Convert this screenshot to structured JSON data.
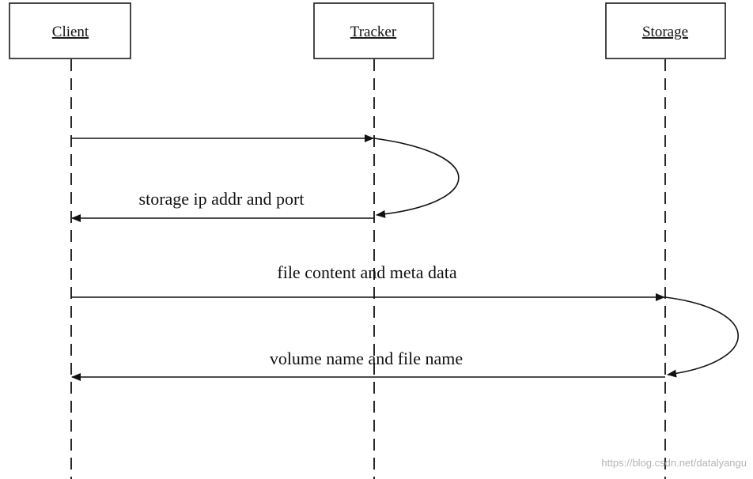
{
  "participants": [
    {
      "id": "client",
      "label": "Client"
    },
    {
      "id": "tracker",
      "label": "Tracker"
    },
    {
      "id": "storage",
      "label": "Storage"
    }
  ],
  "messages": [
    {
      "from": "client",
      "to": "tracker",
      "label": ""
    },
    {
      "from": "tracker",
      "to": "tracker",
      "label": ""
    },
    {
      "from": "tracker",
      "to": "client",
      "label": "storage ip addr and port"
    },
    {
      "from": "client",
      "to": "storage",
      "label": "file content and meta data"
    },
    {
      "from": "storage",
      "to": "storage",
      "label": ""
    },
    {
      "from": "storage",
      "to": "client",
      "label": "volume name and file name"
    }
  ],
  "watermark": "https://blog.csdn.net/datalyangu",
  "colors": {
    "line": "#111111",
    "background": "#ffffff",
    "watermark": "#b4b4b4"
  }
}
